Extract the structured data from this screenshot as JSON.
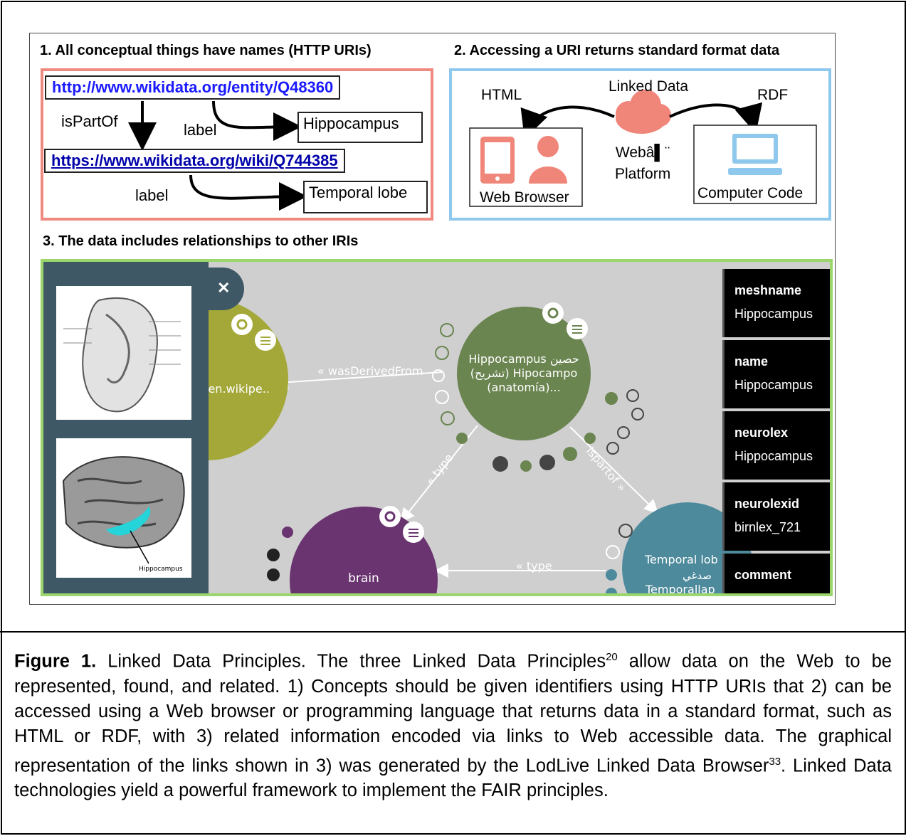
{
  "sections": {
    "s1": "1. All conceptual things have names (HTTP URIs)",
    "s2": "2. Accessing a URI returns standard format data",
    "s3": "3. The data includes relationships to other IRIs"
  },
  "panel1": {
    "uri1": "http://www.wikidata.org/entity/Q48360",
    "uri2": "https://www.wikidata.org/wiki/Q744385",
    "isPartOf": "isPartOf",
    "label1": "label",
    "label2": "label",
    "node1": "Hippocampus",
    "node2": "Temporal lobe"
  },
  "panel2": {
    "html": "HTML",
    "linked_data": "Linked Data",
    "rdf": "RDF",
    "platform": "Webâ▌¨\nPlatform",
    "web_browser": "Web Browser",
    "computer_code": "Computer Code"
  },
  "panel3": {
    "close": "✕",
    "node_hippo": [
      "Hippocampus حصين",
      "(تشريح) Hipocampo",
      "(anatomía)..."
    ],
    "node_wiki": "/en.wikipe..",
    "node_brain": "brain",
    "node_temporal": [
      "Temporal lob",
      "صدغي",
      "Temporallap"
    ],
    "edge_derived": "« wasDerivedFrom",
    "edge_type1": "« type",
    "edge_type2": "« type",
    "edge_partof": "ispartof »",
    "brain_caption": "Hippocampus",
    "props": [
      {
        "key": "meshname",
        "value": "Hippocampus"
      },
      {
        "key": "name",
        "value": "Hippocampus"
      },
      {
        "key": "neurolex",
        "value": "Hippocampus"
      },
      {
        "key": "neurolexid",
        "value": "birnlex_721"
      },
      {
        "key": "comment",
        "value": ""
      }
    ]
  },
  "caption": {
    "fig_label": "Figure 1.",
    "text_a": " Linked Data Principles. The  three Linked Data Principles",
    "sup1": "20",
    "text_b": " allow data on the Web to be represented, found, and related. 1) Concepts should be given identifiers using HTTP URIs that 2) can be accessed using a Web browser or programming language that returns data in a  standard format, such as HTML or RDF, with  3) related information encoded via links to Web accessible data. The graphical representation of the links shown in 3) was generated by the LodLive Linked Data Browser",
    "sup2": "33",
    "text_c": ". Linked Data technologies yield a powerful framework to implement the FAIR principles."
  },
  "colors": {
    "panel1_border": "#f08a80",
    "panel2_border": "#8ec8ec",
    "panel3_border": "#9ad66c",
    "cloud": "#f0857a",
    "device": "#f0857a",
    "computer": "#8ec8ec",
    "node_green": "#6b8551",
    "node_olive": "#a3a838",
    "node_purple": "#6a3470",
    "node_teal": "#4d8a9c"
  }
}
